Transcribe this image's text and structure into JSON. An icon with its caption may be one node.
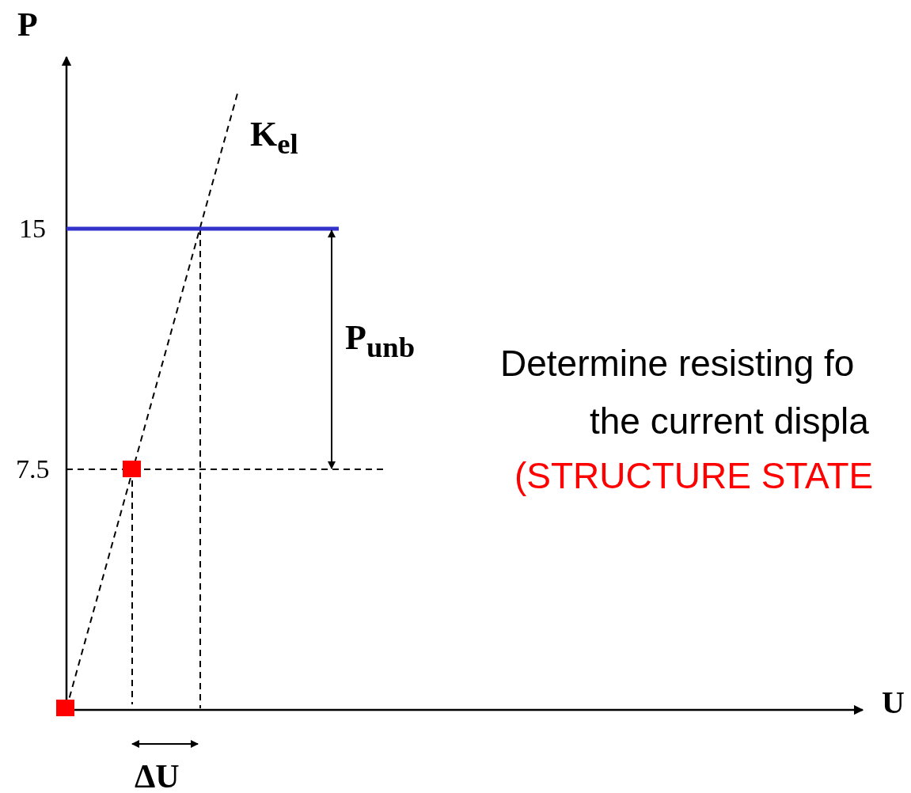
{
  "diagram": {
    "labels": [
      "P",
      "K$_{el}$",
      "15",
      "P$_{unb}$",
      "Determine resisting fo",
      "the current displa",
      "(STRUCTURE STATE",
      "7.5",
      "U",
      "ΔU"
    ]
  }
}
